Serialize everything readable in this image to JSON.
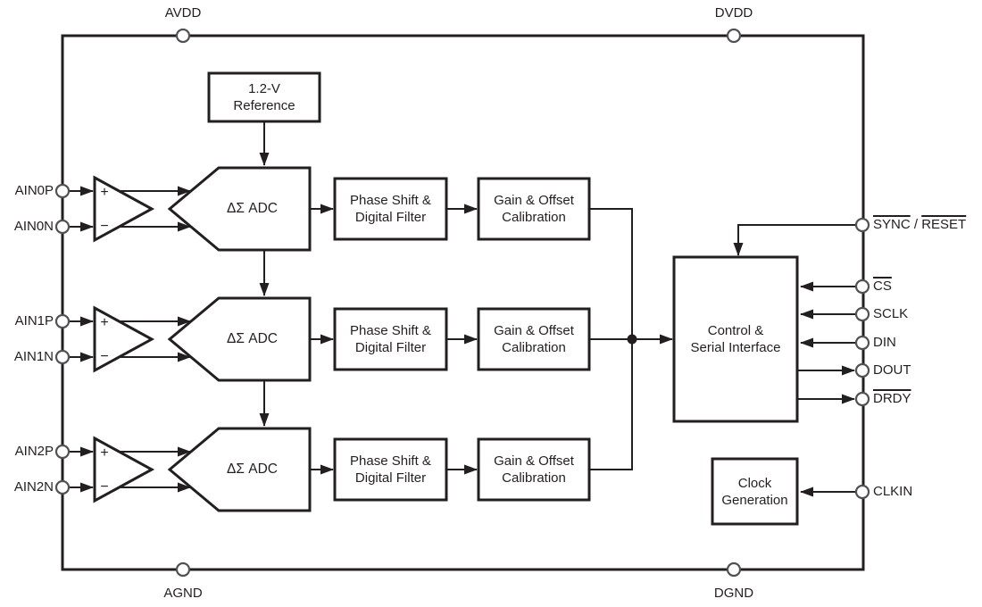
{
  "colors": {
    "line": "#231f20",
    "circle-stroke": "#515154",
    "bg": "#ffffff"
  },
  "pins": {
    "top": {
      "avdd": "AVDD",
      "dvdd": "DVDD"
    },
    "bottom": {
      "agnd": "AGND",
      "dgnd": "DGND"
    },
    "left": [
      "AIN0P",
      "AIN0N",
      "AIN1P",
      "AIN1N",
      "AIN2P",
      "AIN2N"
    ],
    "right": {
      "sync": "SYNC",
      "separator": " / ",
      "reset": "RESET",
      "cs": "CS",
      "sclk": "SCLK",
      "din": "DIN",
      "dout": "DOUT",
      "drdy": "DRDY",
      "clkin": "CLKIN"
    }
  },
  "blocks": {
    "reference": {
      "line1": "1.2-V",
      "line2": "Reference"
    },
    "adc": "ΔΣ ADC",
    "phase": {
      "line1": "Phase Shift &",
      "line2": "Digital Filter"
    },
    "gain": {
      "line1": "Gain & Offset",
      "line2": "Calibration"
    },
    "control": {
      "line1": "Control &",
      "line2": "Serial Interface"
    },
    "clock": {
      "line1": "Clock",
      "line2": "Generation"
    }
  },
  "amp": {
    "plus": "+",
    "minus": "−"
  }
}
